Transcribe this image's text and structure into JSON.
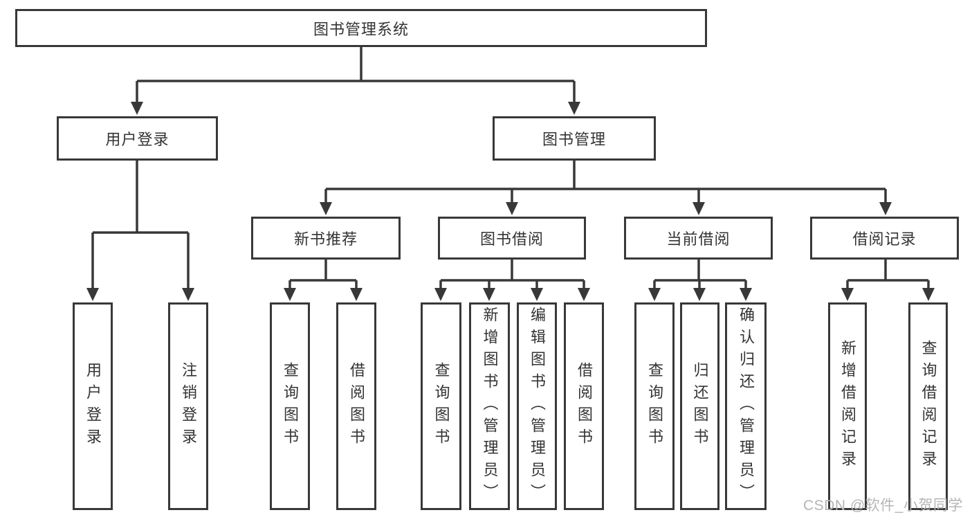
{
  "diagram": {
    "root": {
      "label": "图书管理系统"
    },
    "branches": [
      {
        "label": "用户登录",
        "children": [
          {
            "label": "用户登录"
          },
          {
            "label": "注销登录"
          }
        ]
      },
      {
        "label": "图书管理",
        "children": [
          {
            "label": "新书推荐",
            "children": [
              {
                "label": "查询图书"
              },
              {
                "label": "借阅图书"
              }
            ]
          },
          {
            "label": "图书借阅",
            "children": [
              {
                "label": "查询图书"
              },
              {
                "label": "新增图书（管理员）"
              },
              {
                "label": "编辑图书（管理员）"
              },
              {
                "label": "借阅图书"
              }
            ]
          },
          {
            "label": "当前借阅",
            "children": [
              {
                "label": "查询图书"
              },
              {
                "label": "归还图书"
              },
              {
                "label": "确认归还（管理员）"
              }
            ]
          },
          {
            "label": "借阅记录",
            "children": [
              {
                "label": "新增借阅记录"
              },
              {
                "label": "查询借阅记录"
              }
            ]
          }
        ]
      }
    ]
  },
  "watermark": {
    "text": "CSDN @软件_小贺同学"
  },
  "colors": {
    "line": "#383838",
    "text": "#333333",
    "watermark": "#b5b5b5",
    "background": "#ffffff"
  }
}
